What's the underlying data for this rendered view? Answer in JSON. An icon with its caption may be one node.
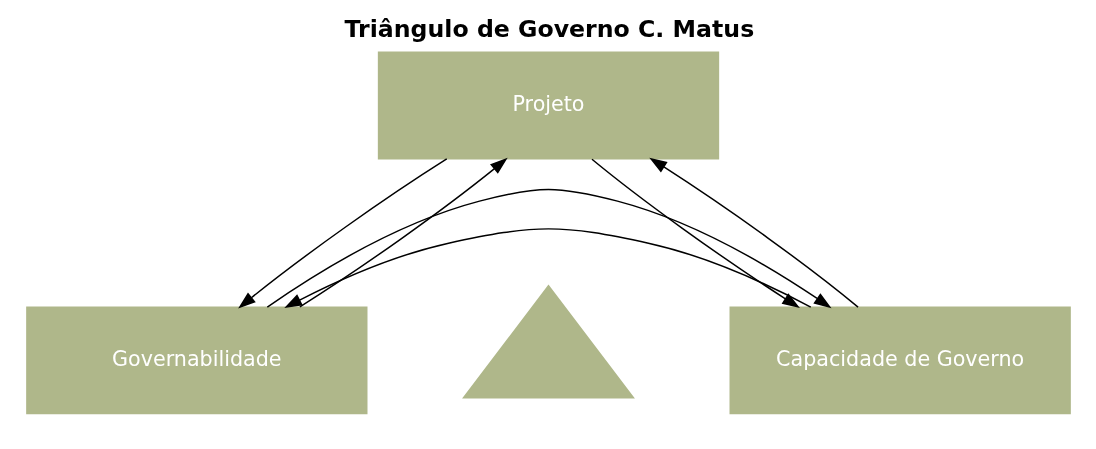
{
  "diagram": {
    "title": "Triângulo de Governo C. Matus",
    "nodes": [
      {
        "text": [
          "Projeto"
        ]
      },
      {
        "text": [],
        "shape": "triangle"
      },
      {
        "text": [
          "Governabilidade"
        ]
      },
      {
        "text": [
          "Capacidade de Governo"
        ]
      }
    ],
    "edges": [
      {
        "from": 0,
        "to": 2,
        "arrow": "to"
      },
      {
        "from": 2,
        "to": 0,
        "arrow": "to"
      },
      {
        "from": 0,
        "to": 3,
        "arrow": "to"
      },
      {
        "from": 3,
        "to": 0,
        "arrow": "to"
      },
      {
        "from": 3,
        "to": 2,
        "arrow": "to"
      },
      {
        "from": 2,
        "to": 3,
        "arrow": "to"
      }
    ]
  }
}
